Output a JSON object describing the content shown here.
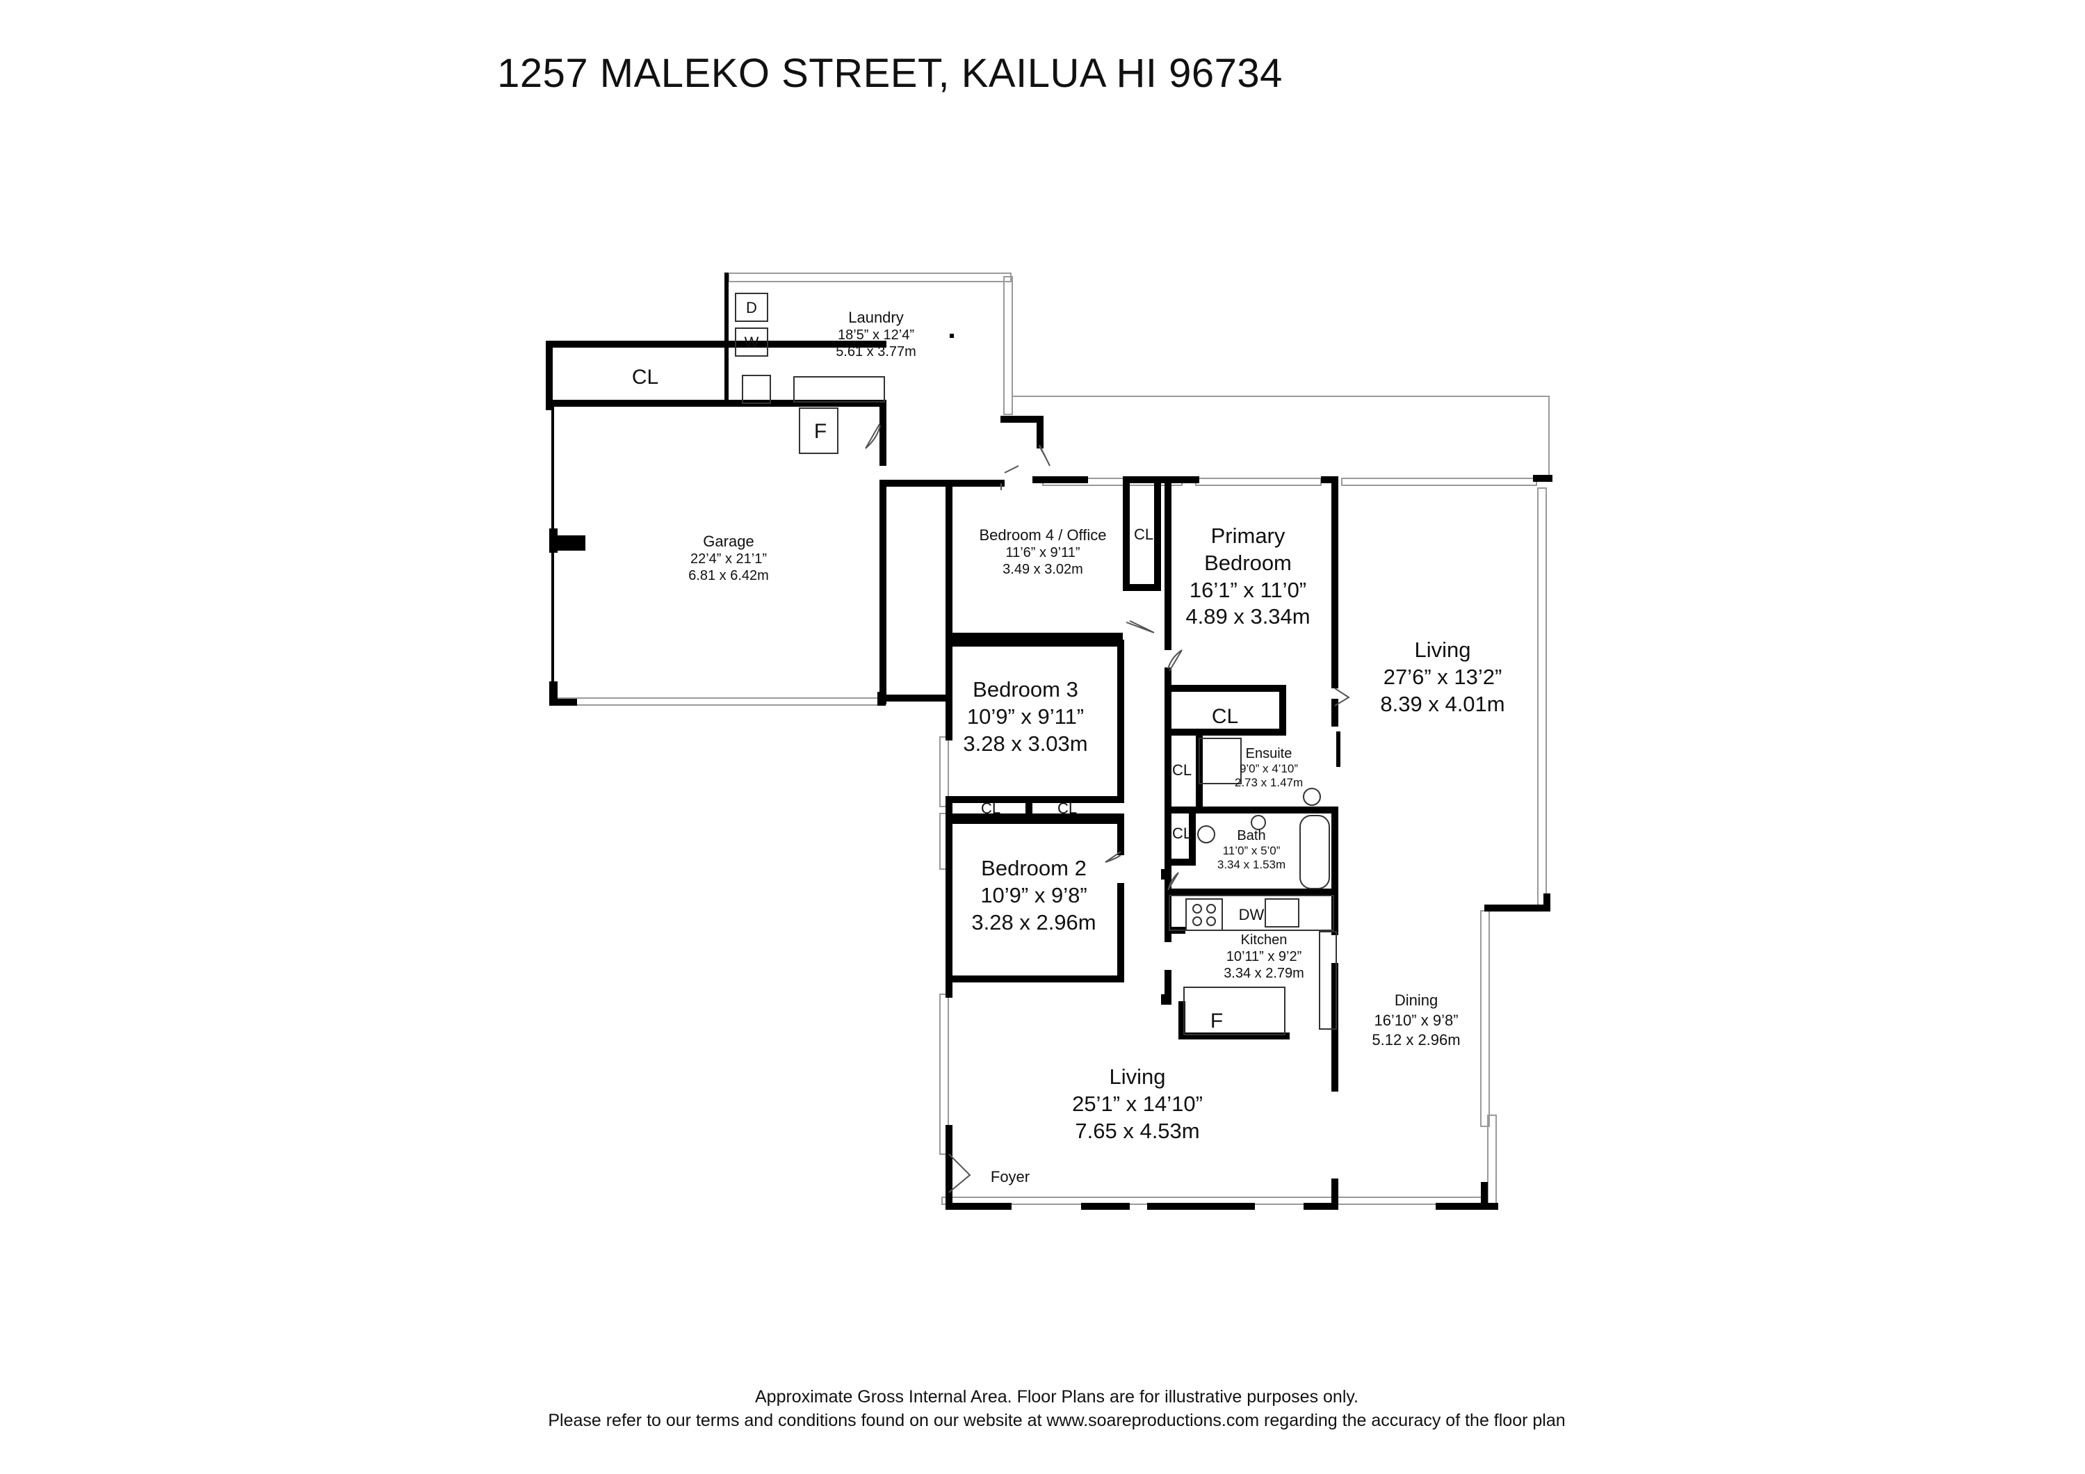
{
  "title": "1257 MALEKO STREET, KAILUA HI 96734",
  "rooms": {
    "laundry": {
      "name": "Laundry",
      "imperial": "18’5” x 12’4”",
      "metric": "5.61 x 3.77m"
    },
    "garage": {
      "name": "Garage",
      "imperial": "22’4” x 21’1”",
      "metric": "6.81 x 6.42m"
    },
    "bedroom4": {
      "name": "Bedroom 4 / Office",
      "imperial": "11’6” x 9’11”",
      "metric": "3.49 x 3.02m"
    },
    "primary": {
      "name1": "Primary",
      "name2": "Bedroom",
      "imperial": "16’1” x 11’0”",
      "metric": "4.89 x 3.34m"
    },
    "living_right": {
      "name": "Living",
      "imperial": "27’6” x 13’2”",
      "metric": "8.39 x 4.01m"
    },
    "bedroom3": {
      "name": "Bedroom 3",
      "imperial": "10’9” x 9’11”",
      "metric": "3.28 x 3.03m"
    },
    "ensuite": {
      "name": "Ensuite",
      "imperial": "9’0” x 4’10”",
      "metric": "2.73 x 1.47m"
    },
    "bath": {
      "name": "Bath",
      "imperial": "11’0” x 5’0”",
      "metric": "3.34 x 1.53m"
    },
    "bedroom2": {
      "name": "Bedroom 2",
      "imperial": "10’9” x 9’8”",
      "metric": "3.28 x 2.96m"
    },
    "kitchen": {
      "name": "Kitchen",
      "imperial": "10’11” x 9’2”",
      "metric": "3.34 x 2.79m"
    },
    "dining": {
      "name": "Dining",
      "imperial": "16’10” x 9’8”",
      "metric": "5.12 x 2.96m"
    },
    "living_main": {
      "name": "Living",
      "imperial": "25’1” x 14’10”",
      "metric": "7.65 x 4.53m"
    },
    "foyer": {
      "name": "Foyer"
    }
  },
  "fixtures": {
    "cl": "CL",
    "f": "F",
    "d": "D",
    "w": "W",
    "dw": "DW"
  },
  "footer": {
    "line1": "Approximate Gross Internal Area. Floor Plans are for illustrative purposes only.",
    "line2": "Please refer to our terms and conditions found on our website at www.soareproductions.com regarding the accuracy of the floor plan"
  }
}
